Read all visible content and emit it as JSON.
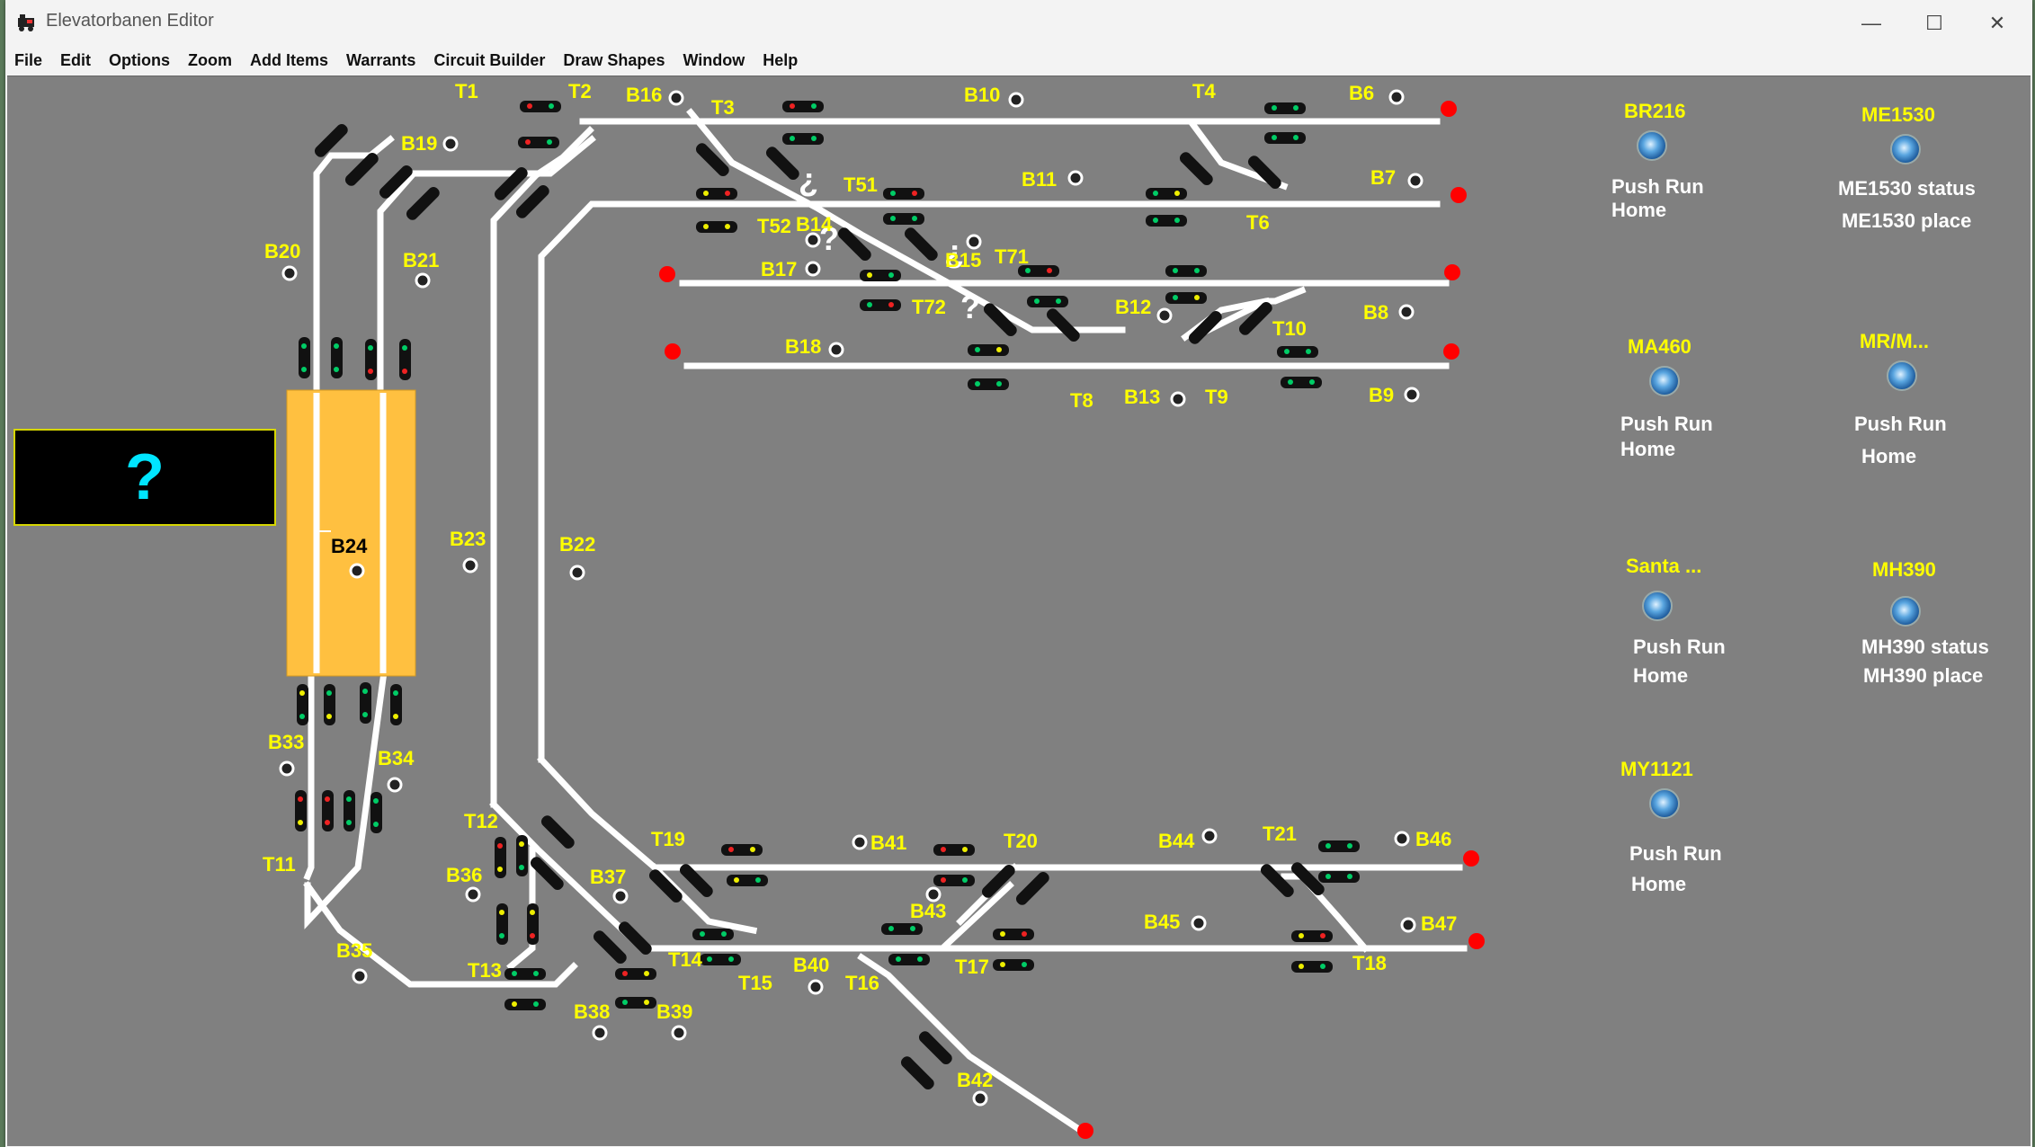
{
  "window": {
    "title": "Elevatorbanen Editor",
    "minimize": "—",
    "maximize": "☐",
    "close": "✕"
  },
  "menu": [
    "File",
    "Edit",
    "Options",
    "Zoom",
    "Add Items",
    "Warrants",
    "Circuit Builder",
    "Draw Shapes",
    "Window",
    "Help"
  ],
  "panel": {
    "unknown_box": "?",
    "question_marks": [
      "¿",
      "?",
      "¿",
      "?"
    ],
    "turnout_labels": {
      "T1": "T1",
      "T2": "T2",
      "T3": "T3",
      "T4": "T4",
      "T6": "T6",
      "T8": "T8",
      "T9": "T9",
      "T10": "T10",
      "T11": "T11",
      "T12": "T12",
      "T13": "T13",
      "T14": "T14",
      "T15": "T15",
      "T16": "T16",
      "T17": "T17",
      "T18": "T18",
      "T19": "T19",
      "T20": "T20",
      "T21": "T21",
      "T51": "T51",
      "T52": "T52",
      "T71": "T71",
      "T72": "T72"
    },
    "block_labels": {
      "B6": "B6",
      "B7": "B7",
      "B8": "B8",
      "B9": "B9",
      "B10": "B10",
      "B11": "B11",
      "B12": "B12",
      "B13": "B13",
      "B14": "B14",
      "B15": "B15",
      "B16": "B16",
      "B17": "B17",
      "B18": "B18",
      "B19": "B19",
      "B20": "B20",
      "B21": "B21",
      "B22": "B22",
      "B23": "B23",
      "B24": "B24",
      "B33": "B33",
      "B34": "B34",
      "B35": "B35",
      "B36": "B36",
      "B37": "B37",
      "B38": "B38",
      "B39": "B39",
      "B40": "B40",
      "B41": "B41",
      "B42": "B42",
      "B43": "B43",
      "B44": "B44",
      "B45": "B45",
      "B46": "B46",
      "B47": "B47"
    },
    "locos": [
      {
        "name": "BR216",
        "line1": "Push Run",
        "line2": "Home"
      },
      {
        "name": "ME1530",
        "line1": "ME1530 status",
        "line2": "ME1530 place"
      },
      {
        "name": "MA460",
        "line1": "Push Run",
        "line2": "Home"
      },
      {
        "name": "MR/M...",
        "line1": "Push Run",
        "line2": "Home"
      },
      {
        "name": "Santa ...",
        "line1": "Push Run",
        "line2": "Home"
      },
      {
        "name": "MH390",
        "line1": "MH390 status",
        "line2": "MH390 place"
      },
      {
        "name": "MY1121",
        "line1": "Push Run",
        "line2": "Home"
      }
    ],
    "colors": {
      "background": "#808080",
      "label": "#ffff00",
      "track": "#ffffff",
      "buffer": "#ff0000",
      "platform": "#ffc040"
    }
  }
}
